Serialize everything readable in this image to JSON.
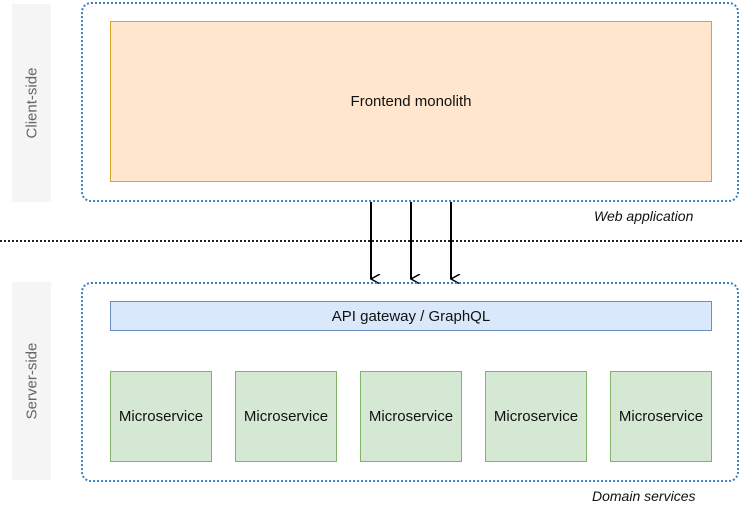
{
  "lanes": {
    "client": "Client-side",
    "server": "Server-side"
  },
  "groups": {
    "web_app": "Web application",
    "domain": "Domain services"
  },
  "frontend": "Frontend monolith",
  "gateway": "API gateway / GraphQL",
  "microservices": [
    "Microservice",
    "Microservice",
    "Microservice",
    "Microservice",
    "Microservice"
  ],
  "colors": {
    "frontend_fill": "#ffe6cc",
    "gateway_fill": "#dae8fc",
    "service_fill": "#d5e8d4",
    "group_border": "#3b82c4"
  }
}
